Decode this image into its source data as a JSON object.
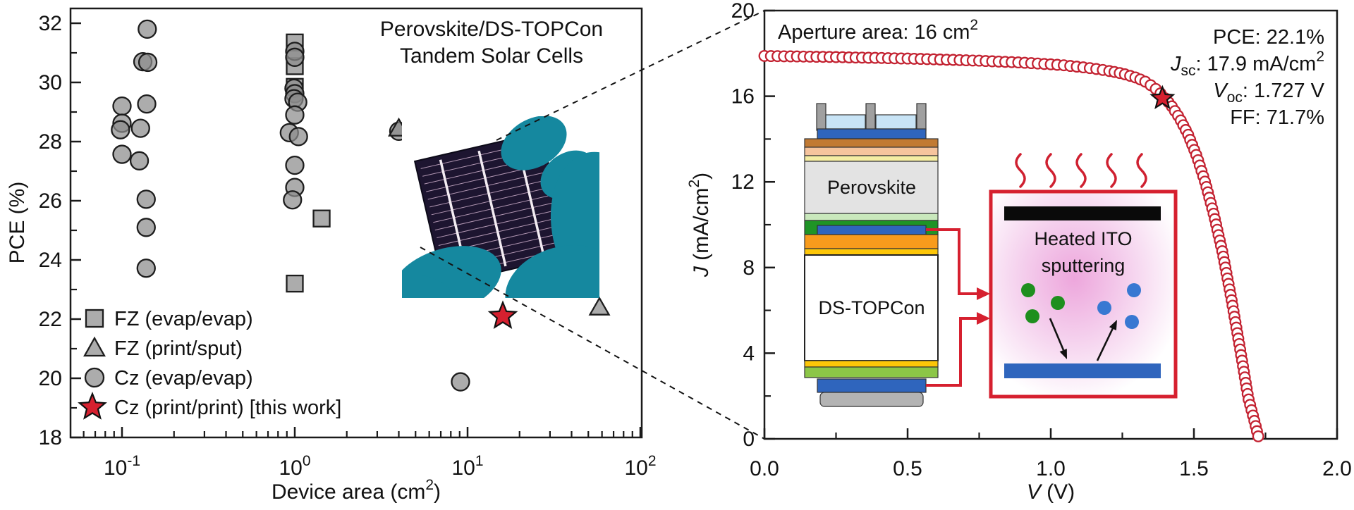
{
  "left": {
    "title1": "Perovskite/DS-TOPCon",
    "title2": "Tandem Solar Cells",
    "ylabel": "PCE (%)",
    "xlabel": {
      "pre": "Device area (cm",
      "sup": "2",
      "post": ")"
    },
    "y_ticks": [
      32,
      30,
      28,
      26,
      24,
      22,
      20,
      18
    ],
    "x_tick_exponents": [
      "-1",
      "0",
      "1",
      "2"
    ],
    "legend": [
      {
        "marker": "square",
        "label": "FZ (evap/evap)"
      },
      {
        "marker": "triangle",
        "label": "FZ (print/sput)"
      },
      {
        "marker": "circle",
        "label": "Cz (evap/evap)"
      },
      {
        "marker": "star",
        "label": "Cz (print/print) [this work]"
      }
    ]
  },
  "right": {
    "aperture": {
      "text": "Aperture area: 16 cm",
      "sup": "2"
    },
    "stats": {
      "pce": "PCE: 22.1%",
      "jsc": {
        "sym": "J",
        "sub": "sc",
        "rest": ": 17.9 mA/cm",
        "sup": "2"
      },
      "voc": {
        "sym": "V",
        "sub": "oc",
        "rest": ": 1.727 V"
      },
      "ff": "FF: 71.7%"
    },
    "ylabel": {
      "sym": "J",
      "pre": " (mA/cm",
      "sup": "2",
      "post": ")"
    },
    "xlabel": {
      "sym": "V",
      "post": " (V)"
    },
    "y_ticks": [
      20,
      16,
      12,
      8,
      4,
      0
    ],
    "x_ticks": [
      "0.0",
      "0.5",
      "1.0",
      "1.5",
      "2.0"
    ],
    "stack": {
      "perovskite_label": "Perovskite",
      "topcon_label": "DS-TOPCon"
    },
    "sputter": {
      "line1": "Heated ITO",
      "line2": "sputtering"
    }
  },
  "chart_data": [
    {
      "type": "scatter",
      "title": "Perovskite/DS-TOPCon Tandem Solar Cells",
      "xlabel": "Device area (cm2)",
      "ylabel": "PCE (%)",
      "x_scale": "log",
      "xlim": [
        0.05,
        102
      ],
      "ylim": [
        18,
        32
      ],
      "legend_position": "lower-left",
      "series": [
        {
          "name": "FZ (evap/evap)",
          "marker": "square",
          "points": [
            [
              1.0,
              31.35
            ],
            [
              1.0,
              30.55
            ],
            [
              1.0,
              29.85
            ],
            [
              1.43,
              25.4
            ],
            [
              1.0,
              23.2
            ]
          ]
        },
        {
          "name": "FZ (print/sput)",
          "marker": "triangle",
          "points": [
            [
              4.0,
              28.45
            ],
            [
              58,
              22.4
            ]
          ]
        },
        {
          "name": "Cz (evap/evap)",
          "marker": "circle",
          "points": [
            [
              0.14,
              31.8
            ],
            [
              0.132,
              30.7
            ],
            [
              0.141,
              30.68
            ],
            [
              0.1,
              29.2
            ],
            [
              0.139,
              29.27
            ],
            [
              0.1,
              28.62
            ],
            [
              0.098,
              28.4
            ],
            [
              0.128,
              28.45
            ],
            [
              0.1,
              27.57
            ],
            [
              0.126,
              27.35
            ],
            [
              0.138,
              26.05
            ],
            [
              0.138,
              25.1
            ],
            [
              0.138,
              23.72
            ],
            [
              1.0,
              31.05
            ],
            [
              1.0,
              30.85
            ],
            [
              0.99,
              29.8
            ],
            [
              1.0,
              29.62
            ],
            [
              0.99,
              29.45
            ],
            [
              1.04,
              29.33
            ],
            [
              1.0,
              28.9
            ],
            [
              0.93,
              28.3
            ],
            [
              1.05,
              28.17
            ],
            [
              1.0,
              27.2
            ],
            [
              1.0,
              26.45
            ],
            [
              0.97,
              26.03
            ],
            [
              4.0,
              28.35
            ],
            [
              9.1,
              19.88
            ]
          ]
        },
        {
          "name": "Cz (print/print) [this work]",
          "marker": "star",
          "points": [
            [
              16,
              22.1
            ]
          ]
        }
      ]
    },
    {
      "type": "line",
      "name": "J-V curve, 16 cm2 aperture",
      "xlabel": "V (V)",
      "ylabel": "J (mA/cm2)",
      "xlim": [
        0,
        2
      ],
      "ylim": [
        0,
        20
      ],
      "x": [
        0,
        0.05,
        0.1,
        0.15,
        0.2,
        0.25,
        0.3,
        0.35,
        0.4,
        0.45,
        0.5,
        0.55,
        0.6,
        0.65,
        0.7,
        0.75,
        0.8,
        0.85,
        0.9,
        0.95,
        1.0,
        1.05,
        1.1,
        1.15,
        1.2,
        1.25,
        1.3,
        1.33,
        1.36,
        1.39,
        1.42,
        1.45,
        1.48,
        1.51,
        1.54,
        1.57,
        1.6,
        1.63,
        1.66,
        1.69,
        1.71,
        1.727
      ],
      "y": [
        17.88,
        17.87,
        17.86,
        17.85,
        17.84,
        17.83,
        17.81,
        17.8,
        17.79,
        17.77,
        17.76,
        17.74,
        17.72,
        17.7,
        17.68,
        17.66,
        17.63,
        17.6,
        17.57,
        17.53,
        17.49,
        17.44,
        17.37,
        17.29,
        17.19,
        17.06,
        16.86,
        16.68,
        16.42,
        16.05,
        15.58,
        14.98,
        14.2,
        13.2,
        11.95,
        10.45,
        8.7,
        6.6,
        4.3,
        1.9,
        0.9,
        0
      ],
      "mpp_star": [
        1.39,
        15.9
      ],
      "annotations": [
        "Aperture area: 16 cm2",
        "PCE: 22.1%",
        "Jsc: 17.9 mA/cm2",
        "Voc: 1.727 V",
        "FF: 71.7%"
      ]
    }
  ],
  "colors": {
    "axis": "#1a1a1a",
    "text": "#111111",
    "marker_gray": "#8c8c8c",
    "marker_edge": "#1d1d1d",
    "star_red": "#d6202f",
    "curve_red": "#c32231",
    "glove_teal": "#15889f",
    "cell_dark": "#1d1530",
    "cell_gridline": "#d8b8d4",
    "cell_busbar": "#f3ecf2",
    "callout_dash": "#141414",
    "connector_red": "#d6202f",
    "sputter_border": "#d6202f",
    "heat_red": "#cf2030",
    "target_black": "#0a0a0a",
    "substrate_blue": "#2f65bd",
    "dot_green": "#1e8f1e",
    "dot_blue": "#3878d2",
    "glow_pink": "#eda6dc",
    "stack_layers": [
      "#a0a0a0",
      "#c8e4f6",
      "#2f65bd",
      "#c17a33",
      "#f6c49d",
      "#f5eda3",
      "#e3e3e3",
      "#c9e8bc",
      "#1f9426",
      "#2f65bd",
      "#f89b1c",
      "#fdc608",
      "#ffffff",
      "#fdc608",
      "#8cc647",
      "#2f65bd",
      "#b3b3b3"
    ]
  }
}
